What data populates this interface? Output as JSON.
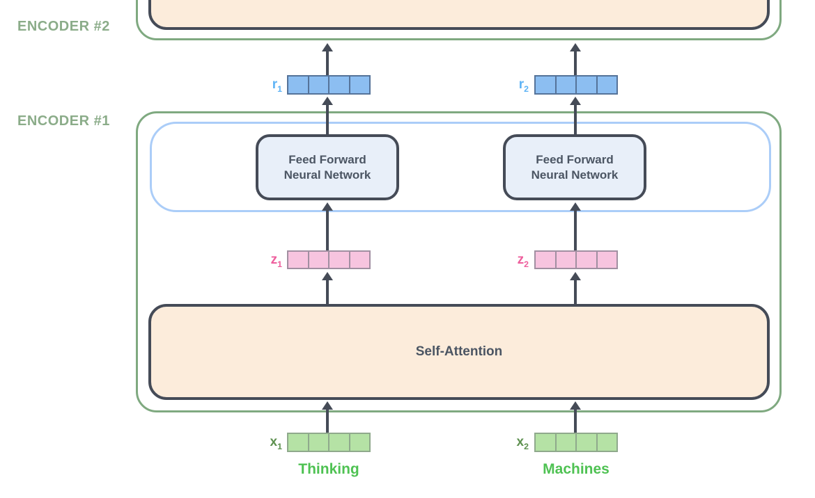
{
  "diagram": {
    "title_context": "Transformer encoder stack",
    "encoder2_label": "ENCODER #2",
    "encoder1_label": "ENCODER #1",
    "ffnn_line1": "Feed Forward",
    "ffnn_line2": "Neural Network",
    "self_attention_label": "Self-Attention",
    "vector_cells": 4,
    "vectors": {
      "r1": {
        "base": "r",
        "sub": "1"
      },
      "r2": {
        "base": "r",
        "sub": "2"
      },
      "z1": {
        "base": "z",
        "sub": "1"
      },
      "z2": {
        "base": "z",
        "sub": "2"
      },
      "x1": {
        "base": "x",
        "sub": "1"
      },
      "x2": {
        "base": "x",
        "sub": "2"
      }
    },
    "tokens": {
      "t1": "Thinking",
      "t2": "Machines"
    },
    "colors": {
      "encoder_border": "#7fa980",
      "encoder_label": "#8bac89",
      "inner_blue_border": "#abcdf8",
      "dark_border": "#454b57",
      "peach_fill": "#fcecdb",
      "ffnn_fill": "#e8eff9",
      "dark_text": "#4b5563",
      "arrow": "#454b57",
      "r_fill": "#8cbef1",
      "r_border": "#557399",
      "r_label": "#5eb3f5",
      "z_fill": "#f7c4df",
      "z_border": "#a18fa1",
      "z_label": "#ee5f9d",
      "x_fill": "#b5e2a5",
      "x_border": "#8fa98c",
      "x_label": "#5e9150",
      "token_green": "#4fc253"
    }
  }
}
